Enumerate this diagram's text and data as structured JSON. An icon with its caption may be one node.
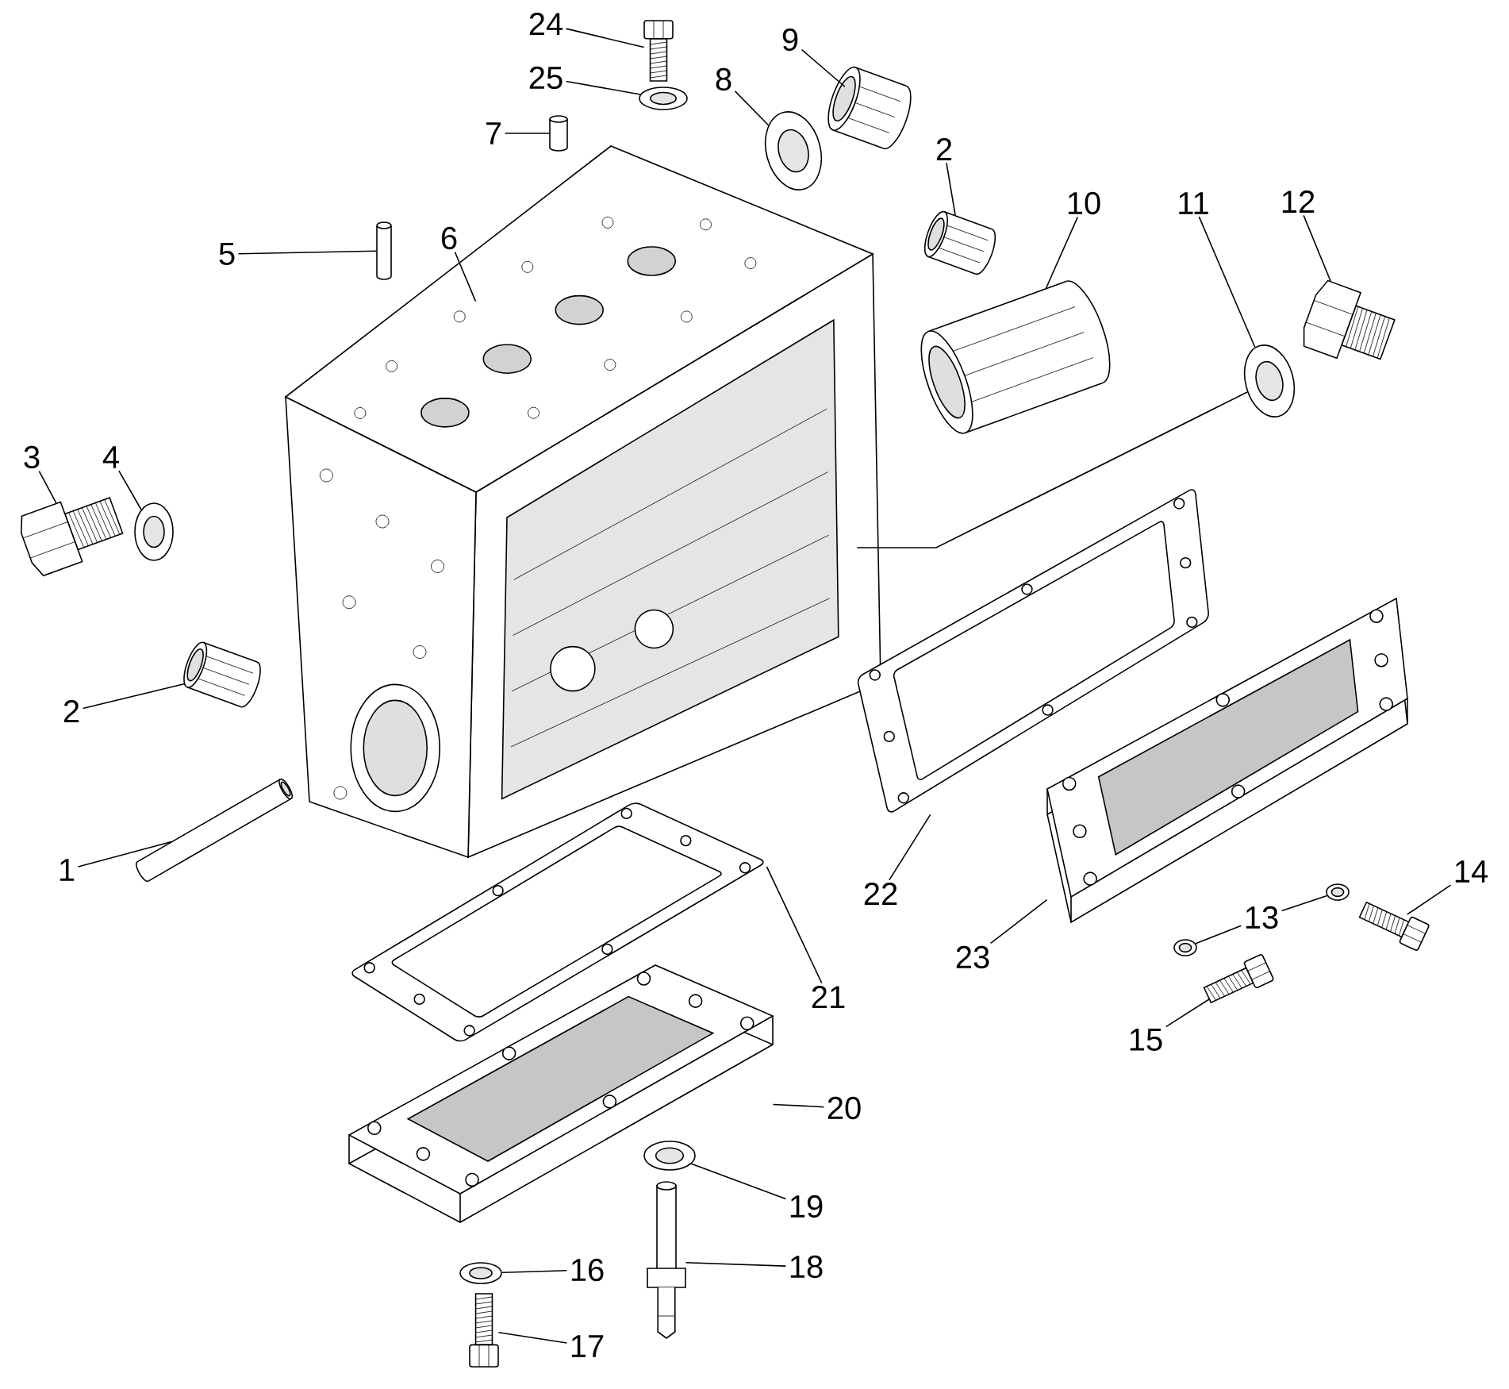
{
  "diagram": {
    "nodes": [
      {
        "text": [
          "24"
        ]
      },
      {
        "text": [
          "9"
        ]
      },
      {
        "text": [
          "25"
        ]
      },
      {
        "text": [
          "8"
        ]
      },
      {
        "text": [
          "7"
        ]
      },
      {
        "text": [
          "2"
        ]
      },
      {
        "text": [
          "10"
        ]
      },
      {
        "text": [
          "11"
        ]
      },
      {
        "text": [
          "12"
        ]
      },
      {
        "text": [
          "5"
        ]
      },
      {
        "text": [
          "6"
        ]
      },
      {
        "text": [
          "3"
        ]
      },
      {
        "text": [
          "4"
        ]
      },
      {
        "text": [
          "2"
        ]
      },
      {
        "text": [
          "1"
        ]
      },
      {
        "text": [
          "22"
        ]
      },
      {
        "text": [
          "14"
        ]
      },
      {
        "text": [
          "13"
        ]
      },
      {
        "text": [
          "23"
        ]
      },
      {
        "text": [
          "15"
        ]
      },
      {
        "text": [
          "21"
        ]
      },
      {
        "text": [
          "20"
        ]
      },
      {
        "text": [
          "19"
        ]
      },
      {
        "text": [
          "18"
        ]
      },
      {
        "text": [
          "16"
        ]
      },
      {
        "text": [
          "17"
        ]
      },
      {
        "text": [],
        "shape": "picture"
      },
      {
        "text": [],
        "shape": "circle"
      },
      {
        "text": [],
        "shape": "cylinder"
      },
      {
        "text": [],
        "shape": "circle"
      },
      {
        "text": [],
        "shape": "cylinder"
      },
      {
        "text": [],
        "shape": "cylinder"
      },
      {
        "text": [],
        "shape": "cylinder"
      },
      {
        "text": [],
        "shape": "circle"
      },
      {
        "text": [],
        "shape": "picture"
      },
      {
        "text": [],
        "shape": "cylinder"
      },
      {
        "text": [],
        "shape": "picture"
      },
      {
        "text": [],
        "shape": "picture"
      },
      {
        "text": [],
        "shape": "circle"
      },
      {
        "text": [],
        "shape": "cylinder"
      },
      {
        "text": [],
        "shape": "cylinder"
      },
      {
        "text": [],
        "shape": "picture"
      },
      {
        "text": [],
        "shape": "picture"
      },
      {
        "text": [],
        "shape": "circle"
      },
      {
        "text": [],
        "shape": "circle"
      },
      {
        "text": [],
        "shape": "picture"
      },
      {
        "text": [],
        "shape": "picture"
      },
      {
        "text": [],
        "shape": "picture"
      },
      {
        "text": [],
        "shape": "picture"
      },
      {
        "text": [],
        "shape": "circle"
      },
      {
        "text": [],
        "shape": "picture"
      },
      {
        "text": [],
        "shape": "circle"
      },
      {
        "text": [],
        "shape": "picture"
      }
    ],
    "edges": [
      {
        "from": 0,
        "to": 26,
        "arrow": "none"
      },
      {
        "from": 1,
        "to": 30,
        "arrow": "none"
      },
      {
        "from": 2,
        "to": 27,
        "arrow": "none"
      },
      {
        "from": 3,
        "to": 29,
        "arrow": "none"
      },
      {
        "from": 4,
        "to": 28,
        "arrow": "none"
      },
      {
        "from": 5,
        "to": 31,
        "arrow": "none"
      },
      {
        "from": 6,
        "to": 32,
        "arrow": "none"
      },
      {
        "from": 7,
        "to": 33,
        "arrow": "none"
      },
      {
        "from": 8,
        "to": 34,
        "arrow": "none"
      },
      {
        "from": 9,
        "to": 35,
        "arrow": "none"
      },
      {
        "from": 10,
        "to": 36,
        "arrow": "none"
      },
      {
        "from": 11,
        "to": 37,
        "arrow": "none"
      },
      {
        "from": 12,
        "to": 38,
        "arrow": "none"
      },
      {
        "from": 13,
        "to": 39,
        "arrow": "none"
      },
      {
        "from": 14,
        "to": 40,
        "arrow": "none"
      },
      {
        "from": 15,
        "to": 41,
        "arrow": "none"
      },
      {
        "from": 16,
        "to": 45,
        "arrow": "none"
      },
      {
        "from": 17,
        "to": 43,
        "arrow": "none"
      },
      {
        "from": 17,
        "to": 44,
        "arrow": "none"
      },
      {
        "from": 18,
        "to": 42,
        "arrow": "none"
      },
      {
        "from": 19,
        "to": 46,
        "arrow": "none"
      },
      {
        "from": 20,
        "to": 47,
        "arrow": "none"
      },
      {
        "from": 21,
        "to": 48,
        "arrow": "none"
      },
      {
        "from": 22,
        "to": 49,
        "arrow": "none"
      },
      {
        "from": 23,
        "to": 50,
        "arrow": "none"
      },
      {
        "from": 24,
        "to": 51,
        "arrow": "none"
      },
      {
        "from": 25,
        "to": 52,
        "arrow": "none"
      },
      {
        "from": 33,
        "to": 36,
        "arrow": "none"
      }
    ]
  }
}
